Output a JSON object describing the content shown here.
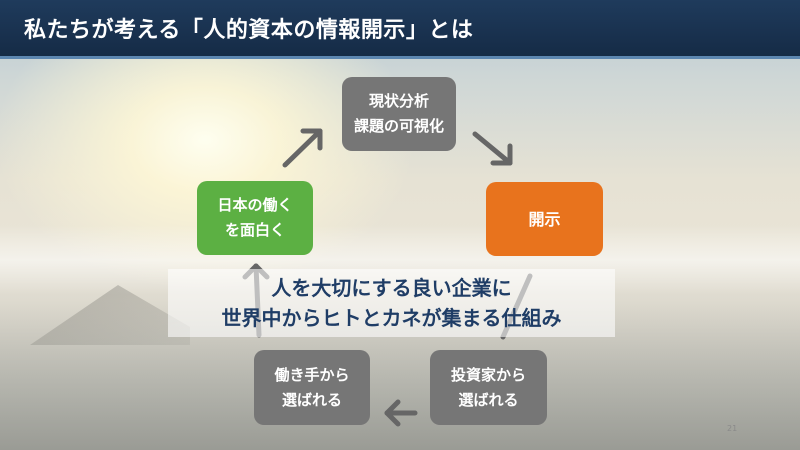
{
  "header": {
    "title": "私たちが考える「人的資本の情報開示」とは"
  },
  "cycle": {
    "analysis": {
      "line1": "現状分析",
      "line2": "課題の可視化"
    },
    "disclosure": {
      "label": "開示"
    },
    "investors": {
      "line1": "投資家から",
      "line2": "選ばれる"
    },
    "workers": {
      "line1": "働き手から",
      "line2": "選ばれる"
    },
    "japan": {
      "line1": "日本の働く",
      "line2": "を面白く"
    }
  },
  "banner": {
    "line1": "人を大切にする良い企業に",
    "line2": "世界中からヒトとカネが集まる仕組み"
  },
  "footer": {
    "page_number": "21"
  },
  "colors": {
    "header_bg": "#1f3b5c",
    "gray_box": "#767676",
    "green_box": "#5cb043",
    "orange_box": "#e8731d",
    "banner_text": "#1f3d66",
    "arrow": "#666666"
  }
}
